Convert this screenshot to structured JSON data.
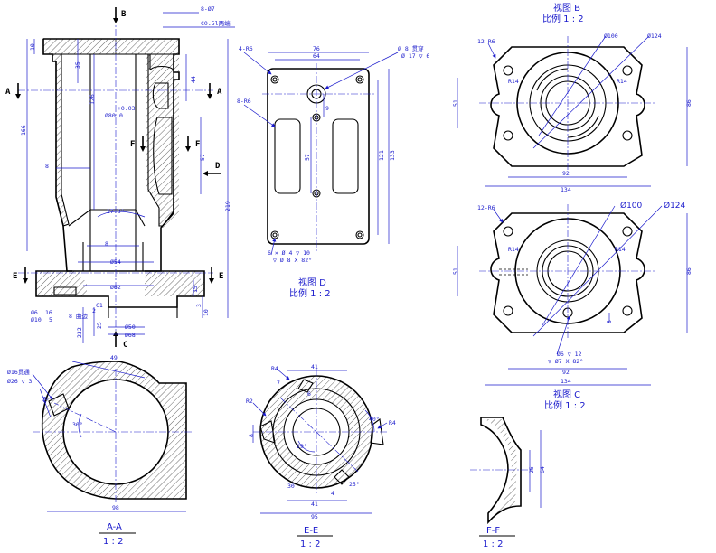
{
  "views": {
    "main": {
      "section_markers": [
        "B",
        "A",
        "A",
        "F",
        "F",
        "D",
        "E",
        "E",
        "C"
      ],
      "dims": {
        "top_thread": "8-Ø7",
        "top_chamfer": "C0.5l两端",
        "top_h": "10",
        "d35": "35",
        "d44": "44",
        "d126": "126",
        "bore": "Ø80",
        "tol_up": "+0.03",
        "tol_lo": "0",
        "d166": "166",
        "d219": "219",
        "d57": "57",
        "d8a": "8",
        "angle": "27.3°",
        "d8b": "8",
        "d54": "Ø54",
        "d62": "Ø62",
        "c1": "C1",
        "hole": "Ø6",
        "hole_depth": "16",
        "counter": "Ø10",
        "counter_depth": "5",
        "d15": "15",
        "d3": "3",
        "d10": "10",
        "d2": "2",
        "d25": "25",
        "d50": "Ø50",
        "d68": "Ø68",
        "d232": "232",
        "chamfer_note": "8 曲边"
      }
    },
    "view_d": {
      "title": "视图 D",
      "scale": "比例 1 : 2",
      "dims": {
        "radius_top": "4-R6",
        "width_outer": "76",
        "width_inner": "64",
        "hole_note": "Ø 8 贯穿",
        "counter_note": "Ø 17 ▽ 6",
        "radius_slot": "8-R6",
        "d9": "9",
        "d57": "57",
        "d121": "121",
        "d133": "133",
        "bottom_note1": "6 × Ø 4 ▽ 10",
        "bottom_note2": "▽ Ø 8 X 82°"
      }
    },
    "view_b": {
      "title": "视图 B",
      "scale": "比例 1 : 2",
      "dims": {
        "radius": "12-R6",
        "d100": "Ø100",
        "d124": "Ø124",
        "r14a": "R14",
        "r14b": "R14",
        "d51": "51",
        "d86": "86",
        "d92": "92",
        "d134": "134"
      }
    },
    "view_c": {
      "title": "视图 C",
      "scale": "比例 1 : 2",
      "dims": {
        "radius": "12-R6",
        "d100": "Ø100",
        "d124": "Ø124",
        "r14a": "R14",
        "r14b": "R14",
        "d51": "51",
        "d86": "86",
        "d5": "5",
        "hole1": "Ø6 ▽ 12",
        "hole2": "▽ Ø7 X 82°",
        "d92": "92",
        "d134": "134"
      }
    },
    "view_aa": {
      "title": "A-A",
      "scale": "1 : 2",
      "dims": {
        "thru": "Ø16贯通",
        "counter": "Ø26 ▽ 3",
        "d49": "49",
        "d30": "30",
        "ang": "30°",
        "d98": "98"
      }
    },
    "view_ee": {
      "title": "E-E",
      "scale": "1 : 2",
      "dims": {
        "r4a": "R4",
        "d41a": "41",
        "d7": "7",
        "d6": "6",
        "r2": "R2",
        "d8": "8",
        "ang40": "40°",
        "r4b": "R4",
        "ang29": "29°",
        "d30": "30",
        "d4": "4",
        "ang25": "25°",
        "d41b": "41",
        "d95": "95"
      }
    },
    "view_ff": {
      "title": "F-F",
      "scale": "1 : 2",
      "dims": {
        "d25": "25",
        "d64": "64"
      }
    }
  }
}
